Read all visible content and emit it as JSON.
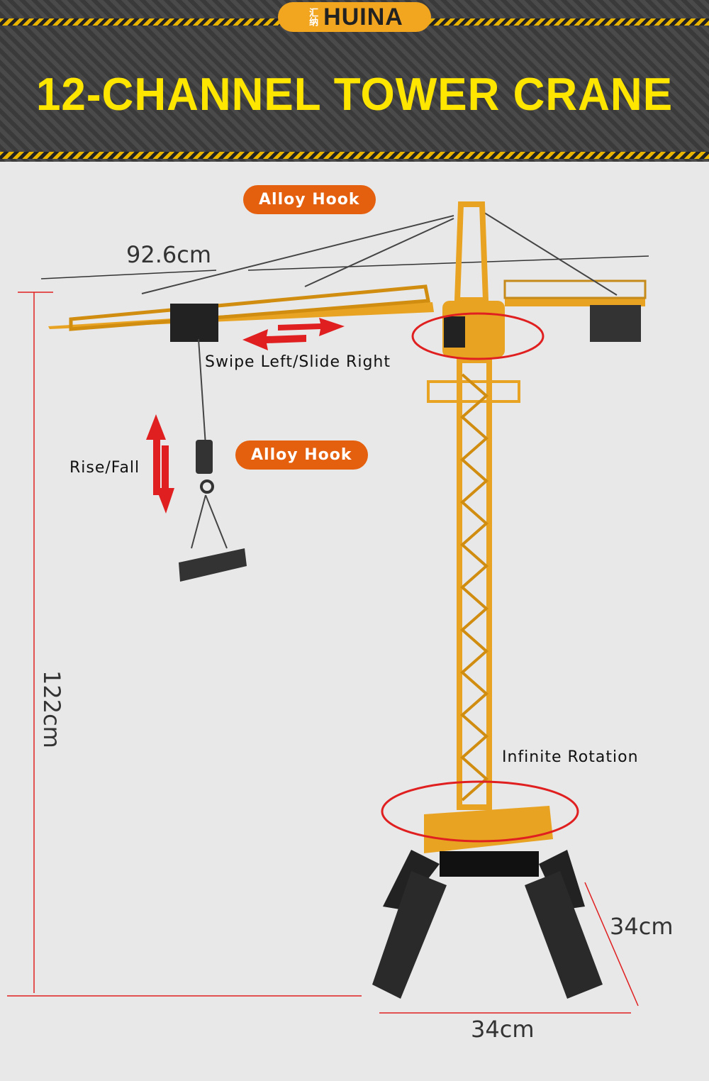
{
  "logo": {
    "cn": "汇纳",
    "en": "HUINA"
  },
  "title": "12-CHANNEL TOWER CRANE",
  "callouts": {
    "hook_top": "Alloy Hook",
    "hook_mid": "Alloy Hook",
    "swipe": "Swipe Left/Slide Right",
    "rise": "Rise/Fall",
    "rotation": "Infinite Rotation"
  },
  "dimensions": {
    "jib": "92.6cm",
    "height": "122cm",
    "depth": "34cm",
    "width": "34cm"
  },
  "colors": {
    "accent": "#e4600e",
    "title": "#ffe600",
    "crane": "#e8a323",
    "arrow": "#e02020"
  }
}
